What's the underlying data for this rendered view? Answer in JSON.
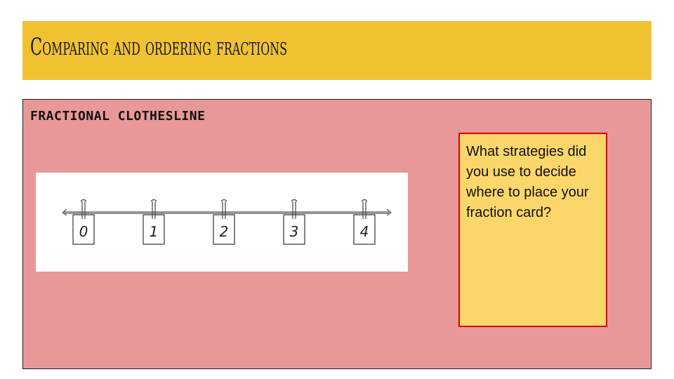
{
  "slide": {
    "title": "Comparing and ordering fractions",
    "accent_color": "#f0c232",
    "panel_color": "#e89898"
  },
  "activity": {
    "heading": "FRACTIONAL CLOTHESLINE",
    "clothesline": {
      "cards": [
        "0",
        "1",
        "2",
        "3",
        "4"
      ]
    }
  },
  "sticky_note": {
    "text": "What strategies did you use to decide where to place your fraction card?",
    "background_color": "#fbd66a",
    "border_color": "#e00000"
  }
}
